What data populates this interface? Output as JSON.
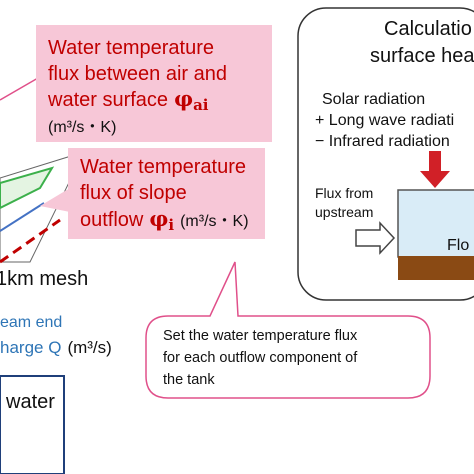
{
  "colors": {
    "pink_box": "#f7c7d7",
    "callout_border": "#e0508a",
    "red_text": "#c00000",
    "blue_text": "#2e75b6",
    "green_mesh": "#3cb04b",
    "arrow_red": "#d12027",
    "ground_brown": "#8a4a14",
    "water_blue": "#d9ecf7"
  },
  "air_flux": {
    "line1": "Water temperature",
    "line2": "flux between air and",
    "line3": "water surface",
    "symbol": "φ",
    "subscript": "ai",
    "unit": "(m³/s・K)"
  },
  "slope_flux": {
    "line1": "Water temperature",
    "line2": "flux of slope",
    "line3": "outflow",
    "symbol": "φ",
    "subscript": "i",
    "unit": "(m³/s・K)"
  },
  "mesh_label": "1km mesh",
  "stream": {
    "line1": "eam end",
    "line2": "harge Q",
    "unit": "(m³/s)"
  },
  "water_box_label": "water",
  "calc_panel": {
    "title_line1": "Calculatio",
    "title_line2": "surface hea",
    "rad1": "Solar radiation",
    "rad2": "+ Long wave radiati",
    "rad3": "− Infrared radiation",
    "flux_up_line1": "Flux from",
    "flux_up_line2": "upstream",
    "flow_label": "Flo"
  },
  "tank_note": {
    "line1": "Set the water temperature flux",
    "line2": "for each outflow component of",
    "line3": "the tank"
  }
}
